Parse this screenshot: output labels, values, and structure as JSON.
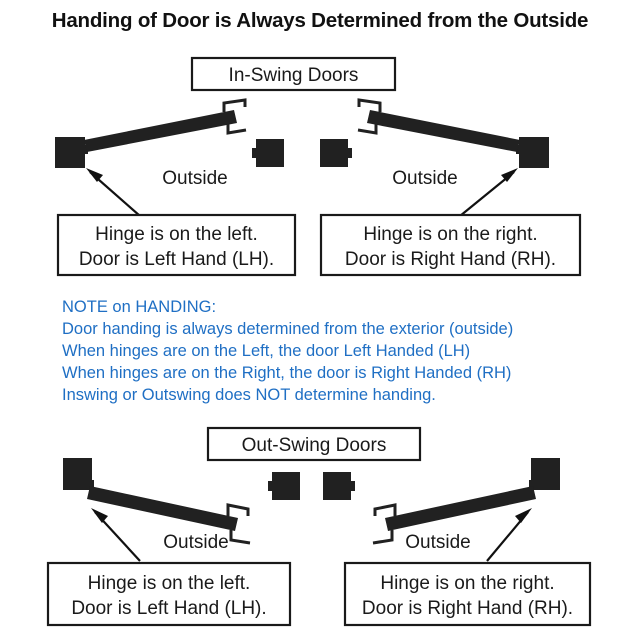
{
  "page": {
    "title": "Handing of Door is Always Determined from the Outside",
    "background_color": "#ffffff",
    "ink_color": "#1a1a1a",
    "note_color": "#1f6fc4"
  },
  "sections": {
    "in_swing": {
      "heading": "In-Swing Doors",
      "left": {
        "outside_label": "Outside",
        "callout_line_1": "Hinge is on the left.",
        "callout_line_2": "Door is Left Hand (LH)."
      },
      "right": {
        "outside_label": "Outside",
        "callout_line_1": "Hinge is on the right.",
        "callout_line_2": "Door is Right Hand (RH)."
      }
    },
    "out_swing": {
      "heading": "Out-Swing Doors",
      "left": {
        "outside_label": "Outside",
        "callout_line_1": "Hinge is on the left.",
        "callout_line_2": "Door is Left Hand (LH)."
      },
      "right": {
        "outside_label": "Outside",
        "callout_line_1": "Hinge is on the right.",
        "callout_line_2": "Door is Right Hand (RH)."
      }
    }
  },
  "note": {
    "heading": "NOTE on HANDING:",
    "lines": [
      "Door handing is always determined from the exterior (outside)",
      "When hinges are on the Left, the door Left Handed (LH)",
      "When hinges are on the Right, the door is Right Handed (RH)",
      "Inswing or Outswing does NOT determine handing."
    ]
  }
}
